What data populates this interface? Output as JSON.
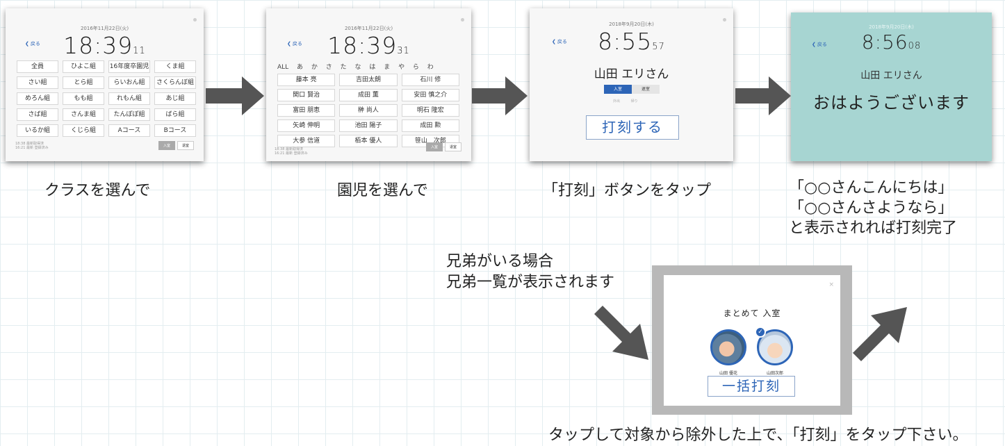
{
  "screens": {
    "class_select": {
      "date": "2016年11月22日(火)",
      "back_label": "戻る",
      "time_main": "18:39",
      "time_sec": "11",
      "classes": [
        "全員",
        "ひよこ組",
        "16年度卒園児",
        "くま組",
        "さい組",
        "とら組",
        "らいおん組",
        "さくらんぼ組",
        "めろん組",
        "もも組",
        "れもん組",
        "あじ組",
        "さば組",
        "さんま組",
        "たんぽぽ組",
        "ばら組",
        "いるか組",
        "くじら組",
        "Aコース",
        "Bコース"
      ],
      "footer_line1": "18:38 最新取得済",
      "footer_line2": "16:21 最新 登録済み",
      "btn_in": "入室",
      "btn_out": "退室"
    },
    "child_select": {
      "date": "2016年11月22日(火)",
      "back_label": "戻る",
      "time_main": "18:39",
      "time_sec": "31",
      "kana_filter": "ALL あ か さ た な は ま や ら わ",
      "children": [
        "藤本 亮",
        "吉田太朗",
        "石川 修",
        "関口 賢治",
        "成田 薫",
        "安田 慎之介",
        "富田 朋恵",
        "榊 尚人",
        "明石 隆宏",
        "矢崎 伸明",
        "池田 陽子",
        "成田 勲",
        "大参 信道",
        "栢本 優人",
        "笹山　次郎"
      ],
      "footer_line1": "18:38 最新取得済",
      "footer_line2": "16:21 最新 登録済み",
      "btn_in": "入室",
      "btn_out": "退室"
    },
    "tap_stamp": {
      "date": "2018年9月20日(木)",
      "back_label": "戻る",
      "time_main": "8:55",
      "time_sec": "57",
      "child_name": "山田 エリさん",
      "seg_in": "入室",
      "seg_out": "退室",
      "seg_sub": "外出 帰り",
      "stamp_button": "打刻する"
    },
    "complete": {
      "date": "2018年9月20日(木)",
      "back_label": "戻る",
      "time_main": "8:56",
      "time_sec": "08",
      "child_name": "山田 エリさん",
      "greeting": "おはようございます"
    }
  },
  "captions": {
    "step1": "クラスを選んで",
    "step2": "園児を選んで",
    "step3": "「打刻」ボタンをタップ",
    "step4_line1": "「○○さんこんにちは」",
    "step4_line2": "「○○さんさようなら」",
    "step4_line3": "と表示されれば打刻完了"
  },
  "siblings": {
    "note_line1": "兄弟がいる場合",
    "note_line2": "兄弟一覧が表示されます",
    "dialog_title": "まとめて 入室",
    "close_icon": "×",
    "child1_name": "山田 優花",
    "child2_name": "山田次郎",
    "check_mark": "✓",
    "bulk_button": "一括打刻",
    "bottom_note": "タップして対象から除外した上で、「打刻」をタップ下さい。"
  },
  "colors": {
    "accent": "#2d65b7",
    "arrow": "#555555",
    "complete_bg": "#a7d5d2"
  }
}
